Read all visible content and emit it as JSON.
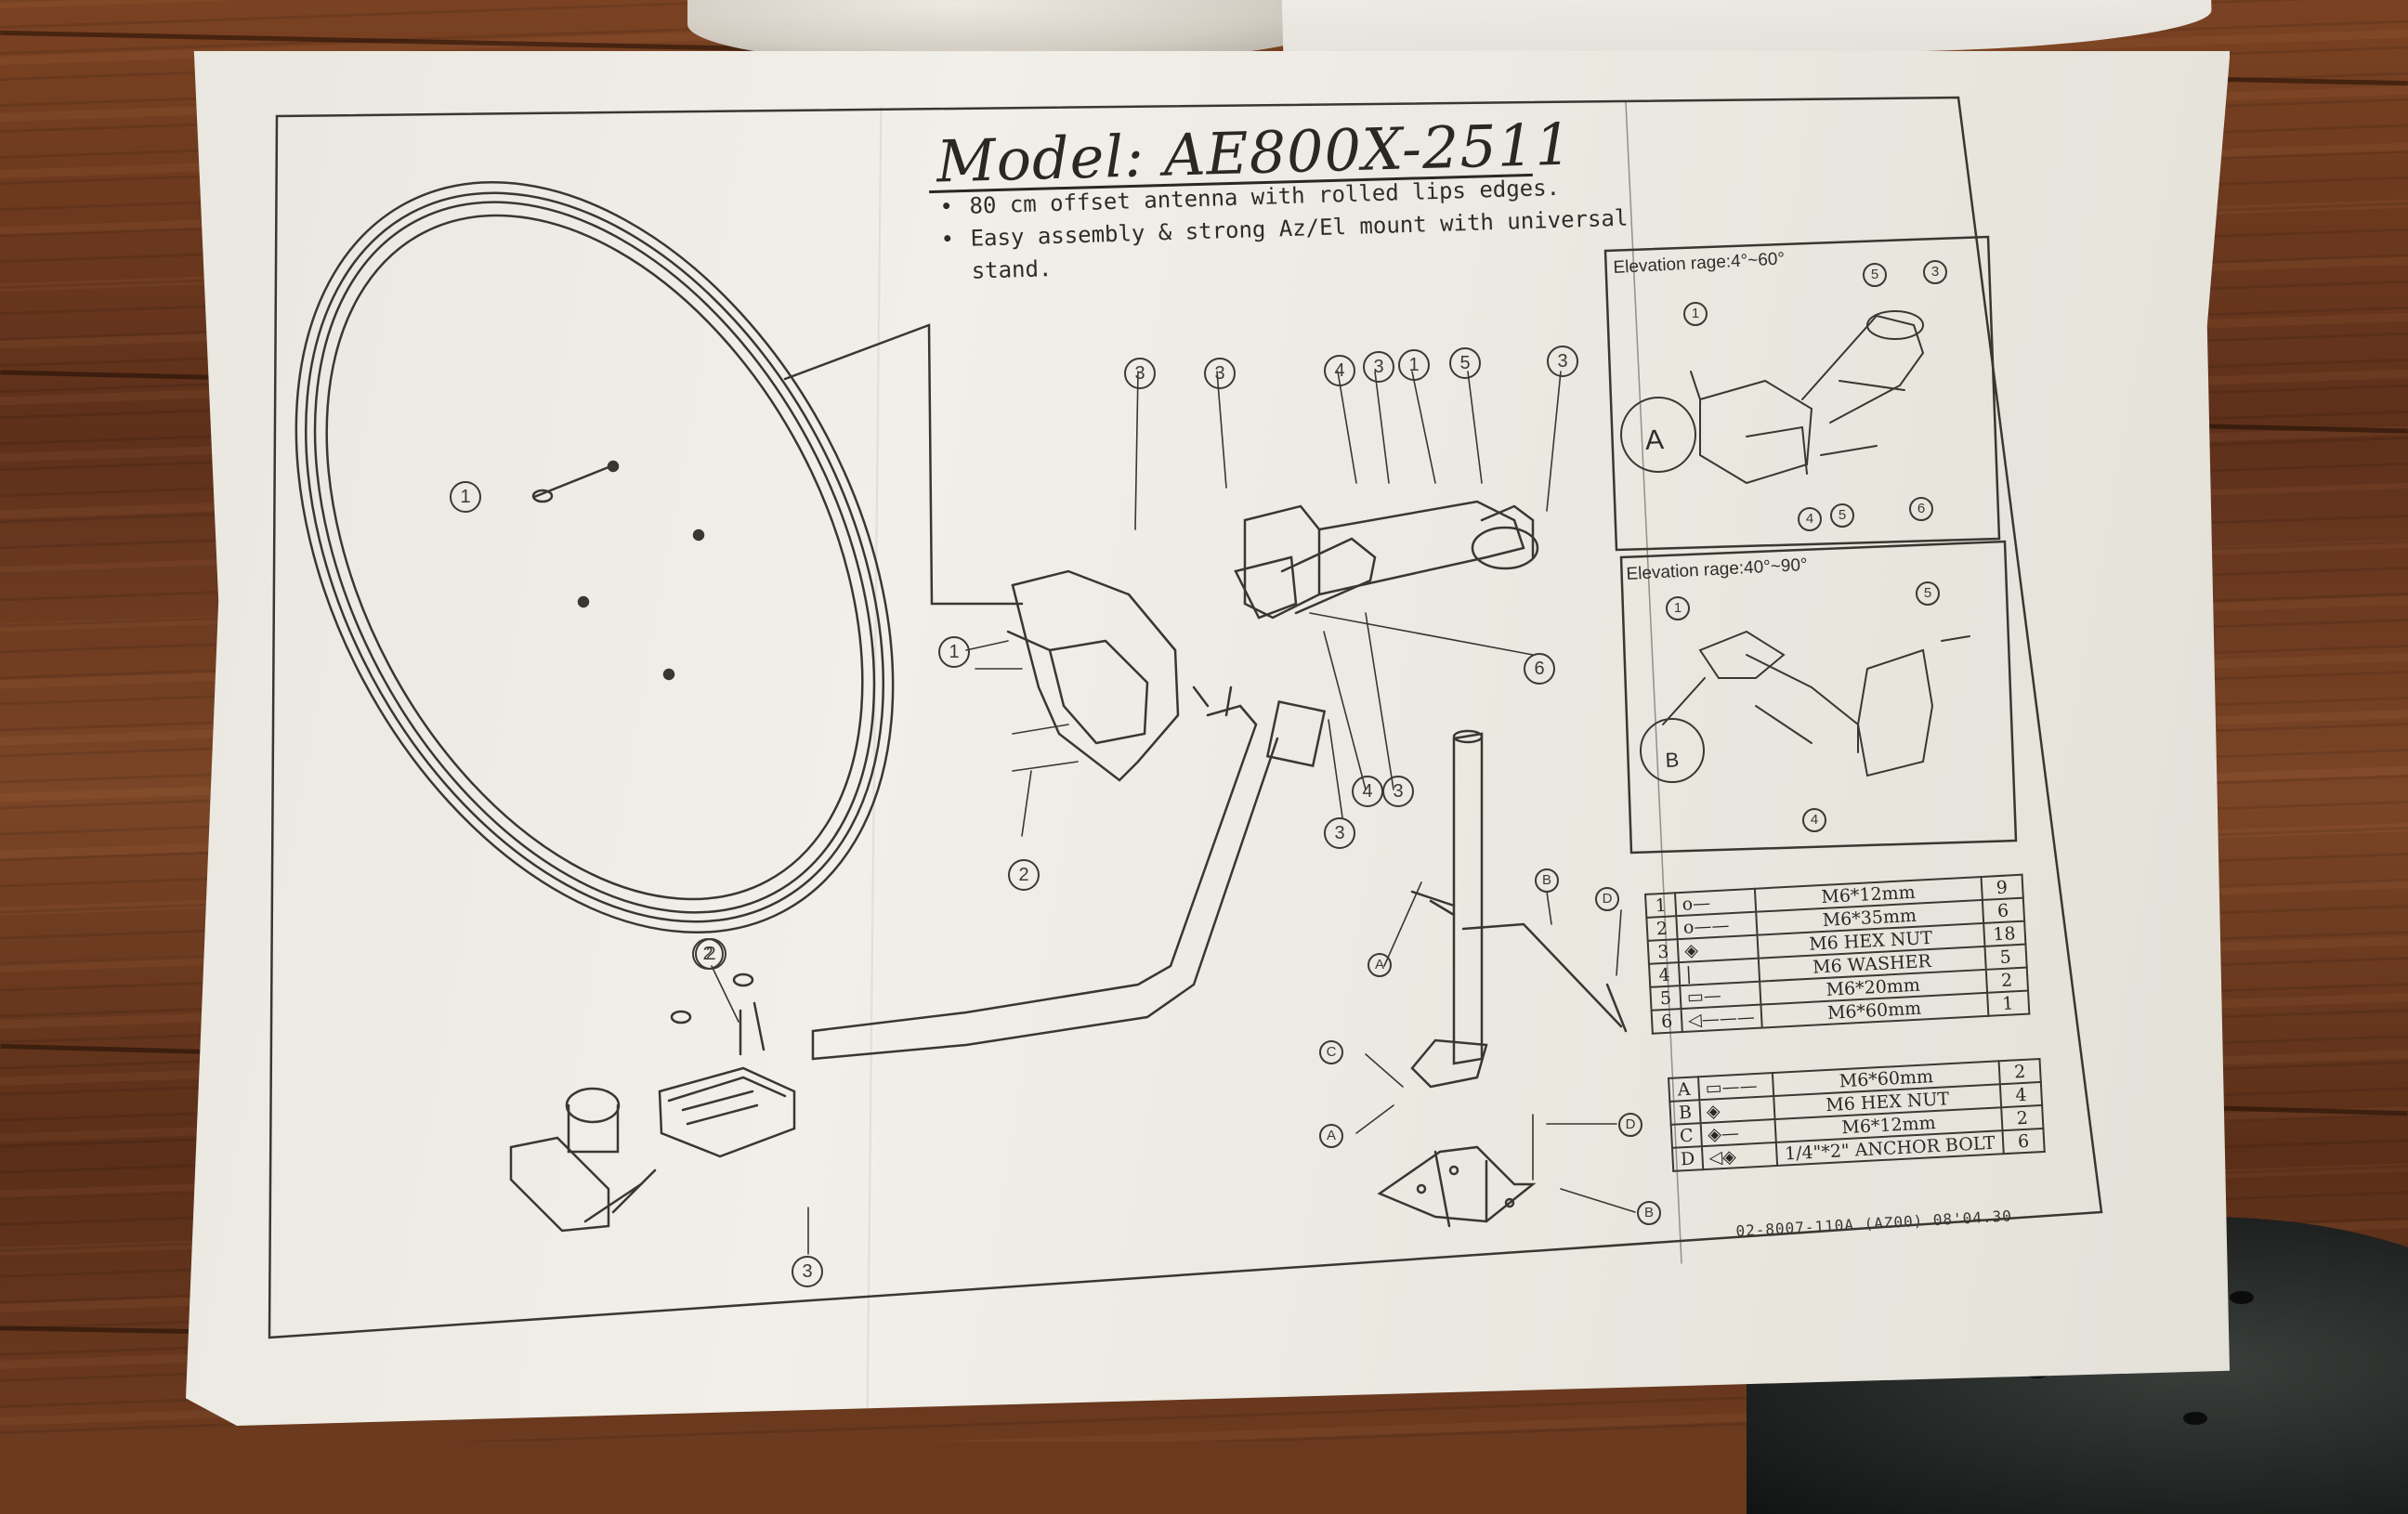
{
  "manual": {
    "title": "Model: AE800X-2511",
    "bullets": [
      "80 cm offset antenna with rolled lips edges.",
      "Easy assembly & strong Az/El mount with universal stand."
    ],
    "insets": [
      {
        "label": "Elevation rage:4°~60°",
        "detail_letter": "A"
      },
      {
        "label": "Elevation rage:40°~90°",
        "detail_letter": "B"
      }
    ],
    "parts_table_1": [
      {
        "key": "1",
        "desc": "M6*12mm",
        "qty": "9"
      },
      {
        "key": "2",
        "desc": "M6*35mm",
        "qty": "6"
      },
      {
        "key": "3",
        "desc": "M6 HEX NUT",
        "qty": "18"
      },
      {
        "key": "4",
        "desc": "M6 WASHER",
        "qty": "5"
      },
      {
        "key": "5",
        "desc": "M6*20mm",
        "qty": "2"
      },
      {
        "key": "6",
        "desc": "M6*60mm",
        "qty": "1"
      }
    ],
    "parts_table_2": [
      {
        "key": "A",
        "desc": "M6*60mm",
        "qty": "2"
      },
      {
        "key": "B",
        "desc": "M6 HEX NUT",
        "qty": "4"
      },
      {
        "key": "C",
        "desc": "M6*12mm",
        "qty": "2"
      },
      {
        "key": "D",
        "desc": "1/4\"*2\" ANCHOR BOLT",
        "qty": "6"
      }
    ],
    "doc_code": "02-8007-110A (AZ00)  08'04.30",
    "callouts": {
      "one": "1",
      "two": "2",
      "three": "3",
      "four": "4",
      "five": "5",
      "six": "6",
      "a": "A",
      "b": "B",
      "c": "C",
      "d": "D"
    }
  },
  "scene": {
    "colors": {
      "paper": "#eeece5",
      "ink": "#2a2824",
      "wood": "#6b3a1e",
      "bag": "#e6e3dc",
      "dark_object": "#222523"
    }
  }
}
